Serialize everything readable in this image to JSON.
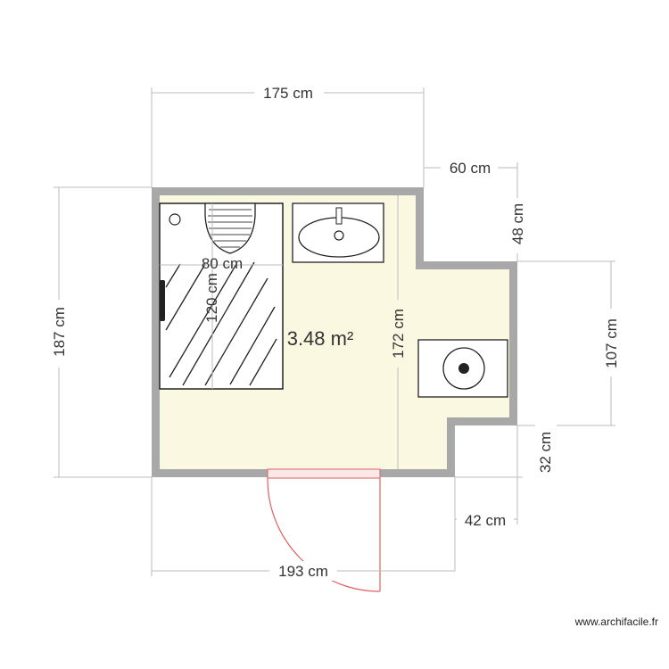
{
  "plan": {
    "area_label": "3.48 m²",
    "dimensions": {
      "top_width": "175 cm",
      "step_width": "60 cm",
      "step_height": "48 cm",
      "left_height": "187 cm",
      "inner_height": "172 cm",
      "right_height": "107 cm",
      "lower_step": "32 cm",
      "notch_width": "42 cm",
      "bottom_width": "193 cm",
      "shower_width": "80 cm",
      "shower_length": "120 cm"
    },
    "fixtures": [
      "shower-tray",
      "toilet",
      "sink",
      "washing-machine",
      "door"
    ]
  },
  "credit": "www.archifacile.fr",
  "colors": {
    "wall": "#a8a8a8",
    "floor": "#fbf8e1",
    "door": "#e06060",
    "dimension_line": "#bbbbbb",
    "text": "#333333"
  }
}
